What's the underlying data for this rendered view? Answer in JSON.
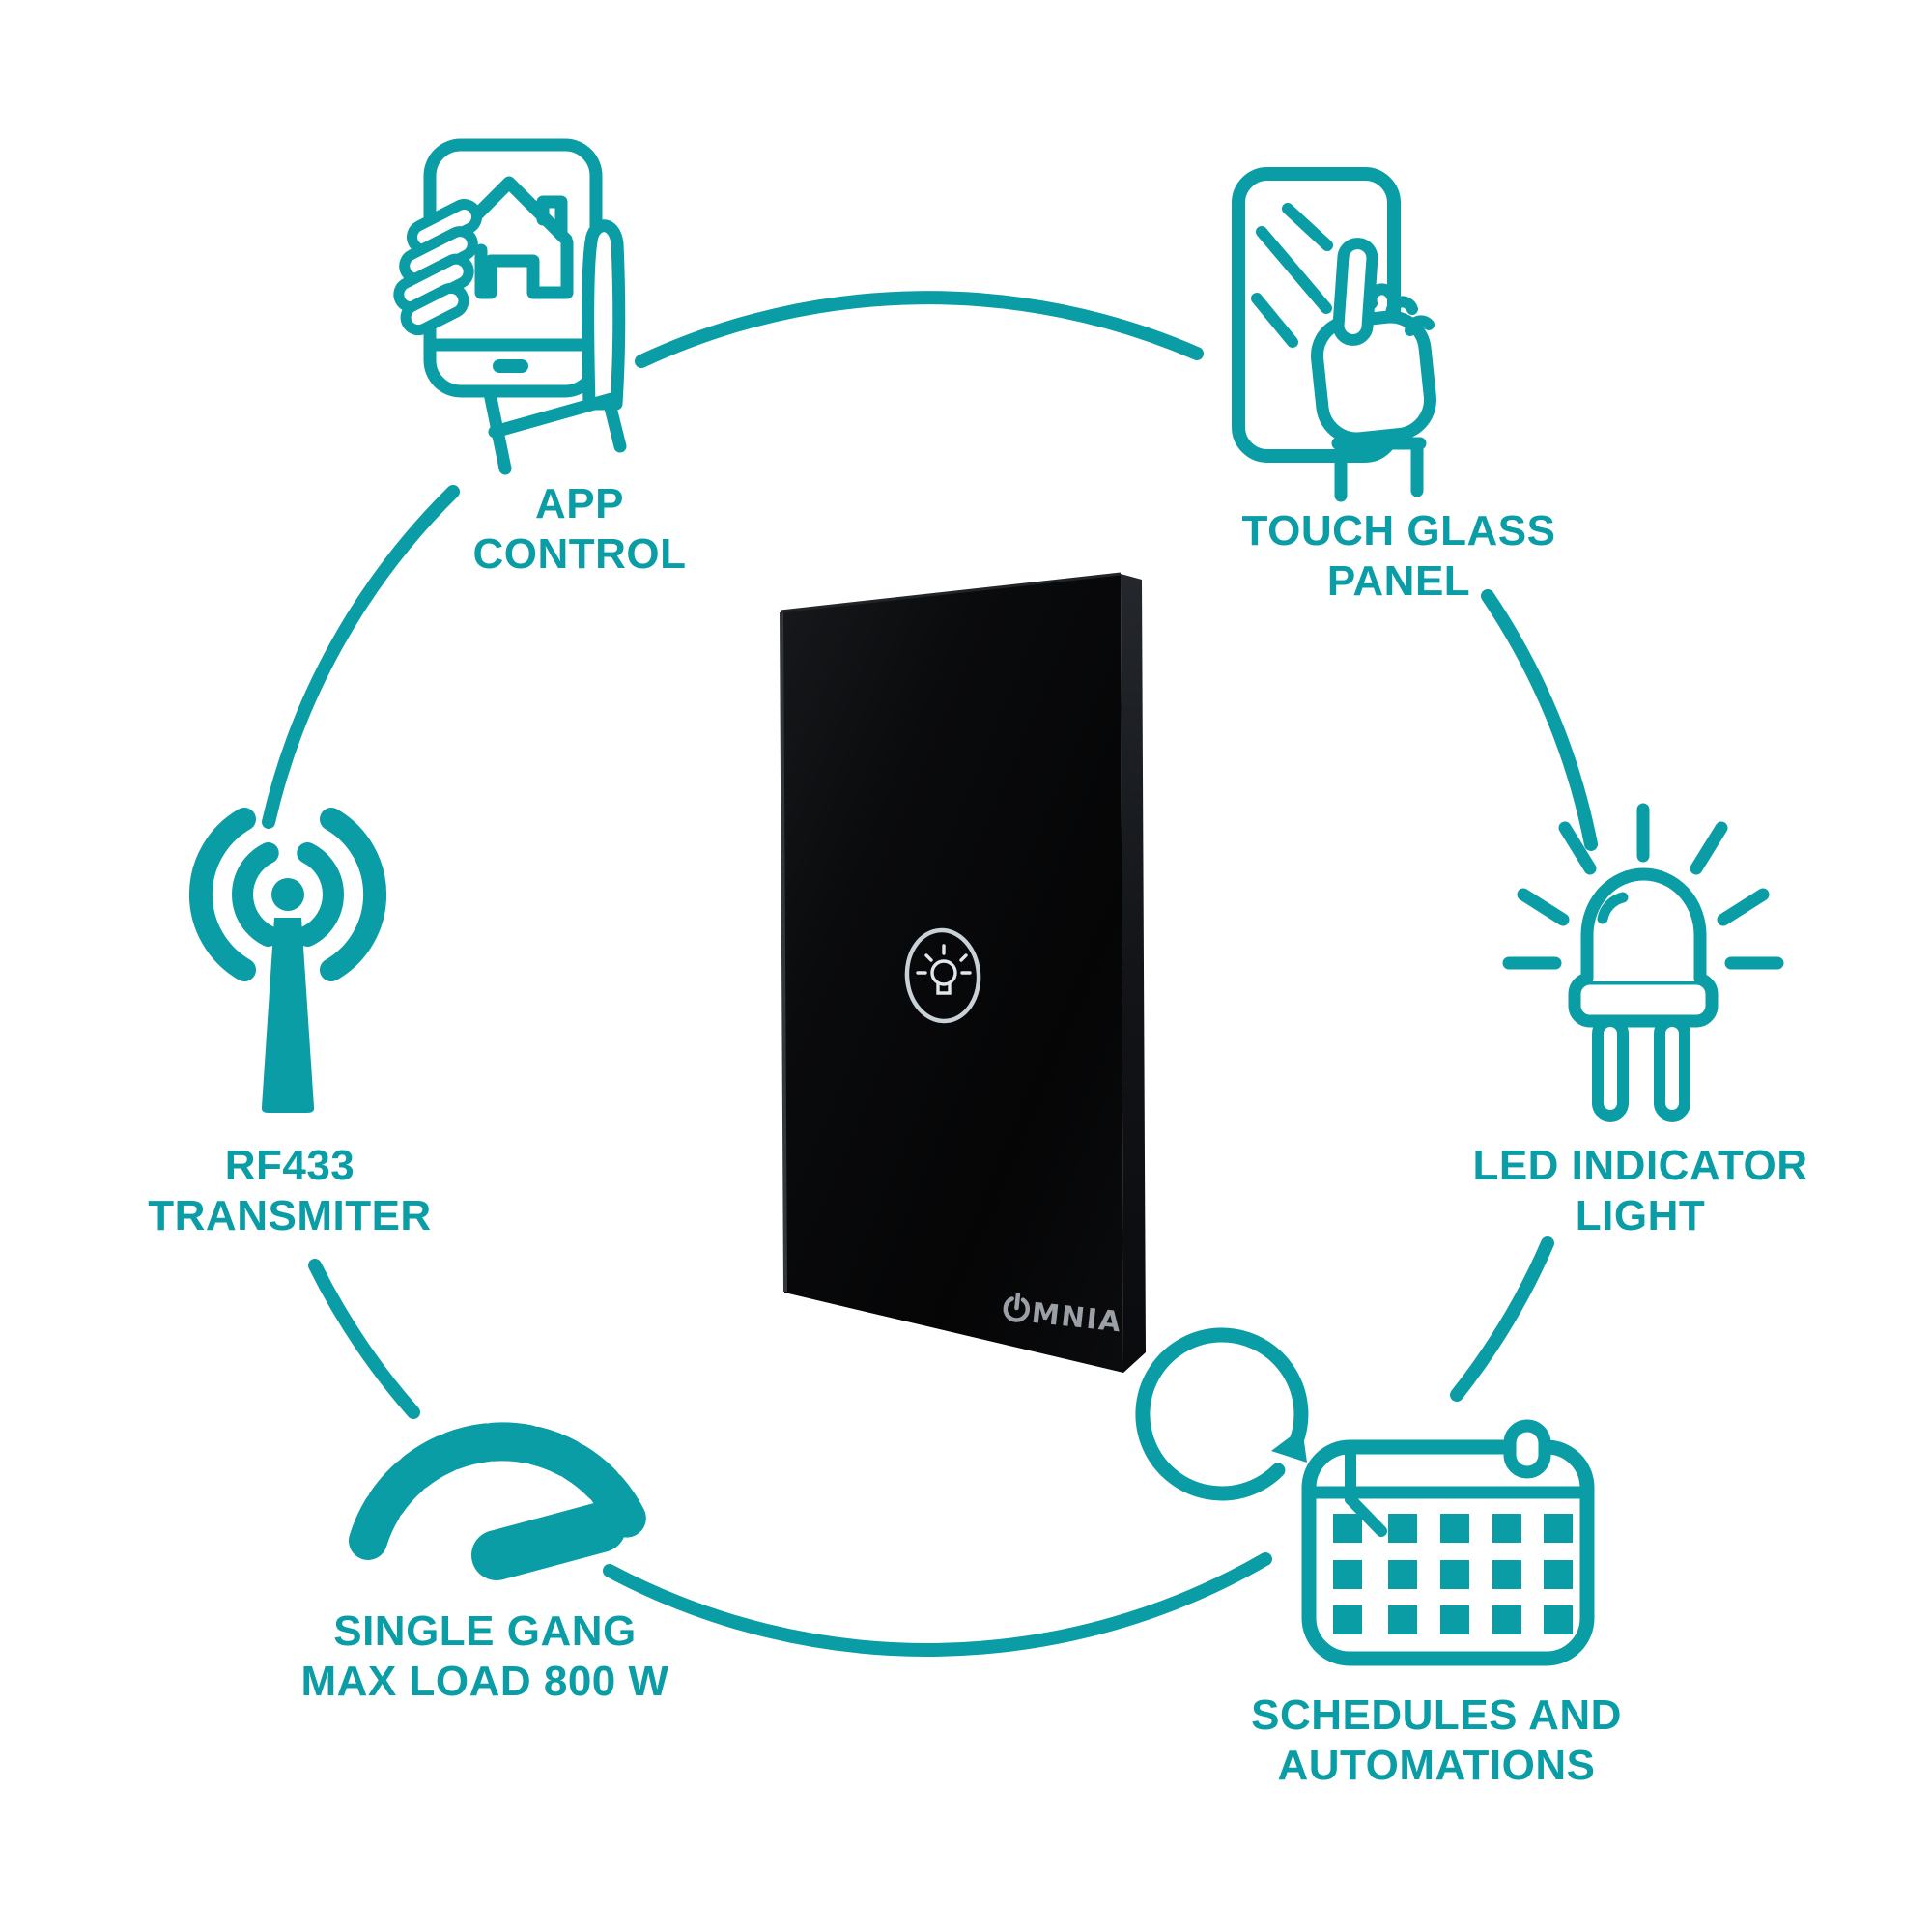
{
  "page": {
    "background_color": "#ffffff",
    "accent_color": "#0a9da6"
  },
  "product": {
    "brand": "OMNIA",
    "brand_rest": "MNIA",
    "panel_color": "#0a0b0d",
    "touch_ring_color": "#c8d1d8",
    "logo_color": "#9aa0a6"
  },
  "features": [
    {
      "id": "app-control",
      "line1": "APP",
      "line2": "CONTROL"
    },
    {
      "id": "touch-glass-panel",
      "line1": "TOUCH GLASS",
      "line2": "PANEL"
    },
    {
      "id": "rf433-transmitter",
      "line1": "RF433",
      "line2": "TRANSMITER"
    },
    {
      "id": "led-indicator-light",
      "line1": "LED INDICATOR",
      "line2": "LIGHT"
    },
    {
      "id": "single-gang-max-load",
      "line1": "SINGLE GANG",
      "line2": "MAX LOAD 800 W"
    },
    {
      "id": "schedules-automations",
      "line1": "SCHEDULES AND",
      "line2": "AUTOMATIONS"
    }
  ]
}
